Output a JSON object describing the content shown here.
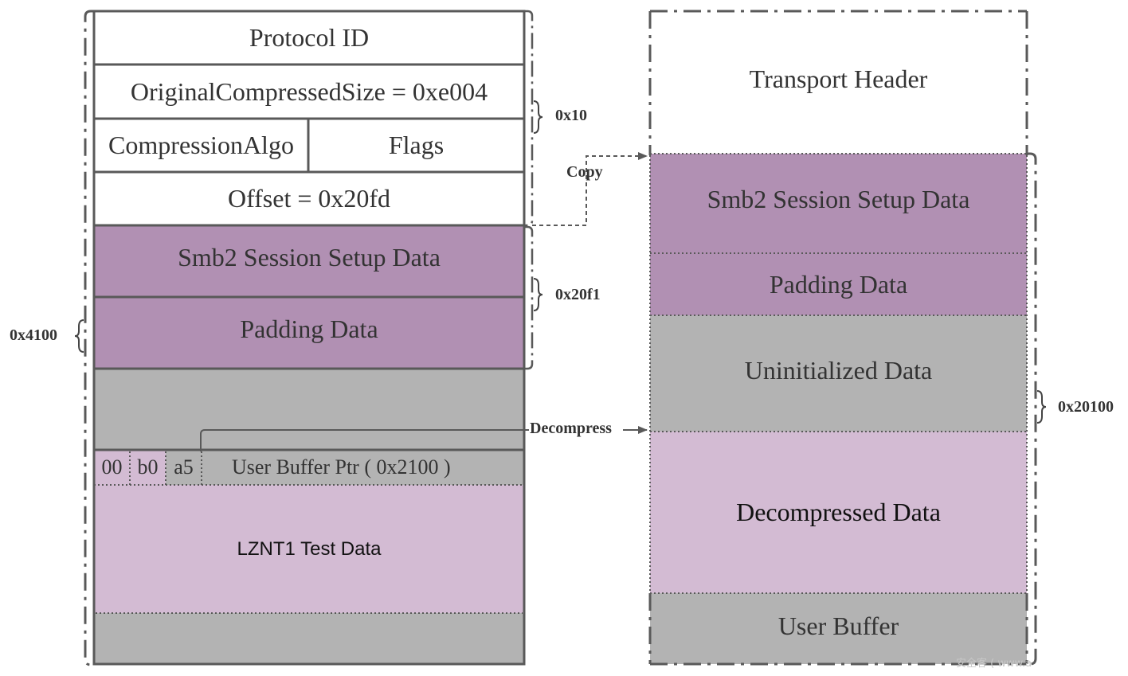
{
  "left": {
    "protocol_id": "Protocol ID",
    "original_size": "OriginalCompressedSize = 0xe004",
    "compression_algo": "CompressionAlgo",
    "flags": "Flags",
    "offset": "Offset = 0x20fd",
    "smb2_setup": "Smb2 Session Setup Data",
    "padding": "Padding  Data",
    "byte_00": "00",
    "byte_b0": "b0",
    "byte_a5": "a5",
    "user_buffer_ptr": "User Buffer Ptr ( 0x2100 )",
    "lznt1": "LZNT1 Test Data"
  },
  "right": {
    "transport_header": "Transport Header",
    "smb2_setup": "Smb2 Session Setup Data",
    "padding": "Padding Data",
    "uninitialized": "Uninitialized Data",
    "decompressed": "Decompressed Data",
    "user_buffer": "User Buffer"
  },
  "labels": {
    "size_header": "0x10",
    "size_data": "0x20f1",
    "size_left_total": "0x4100",
    "size_right_total": "0x20100",
    "copy": "Copy",
    "decompress": "Decompress"
  },
  "watermark": "安全客 ( www.a",
  "colors": {
    "purple": "#b190b3",
    "light_purple": "#d3bbd3",
    "gray": "#b3b3b3",
    "border": "#595959"
  }
}
